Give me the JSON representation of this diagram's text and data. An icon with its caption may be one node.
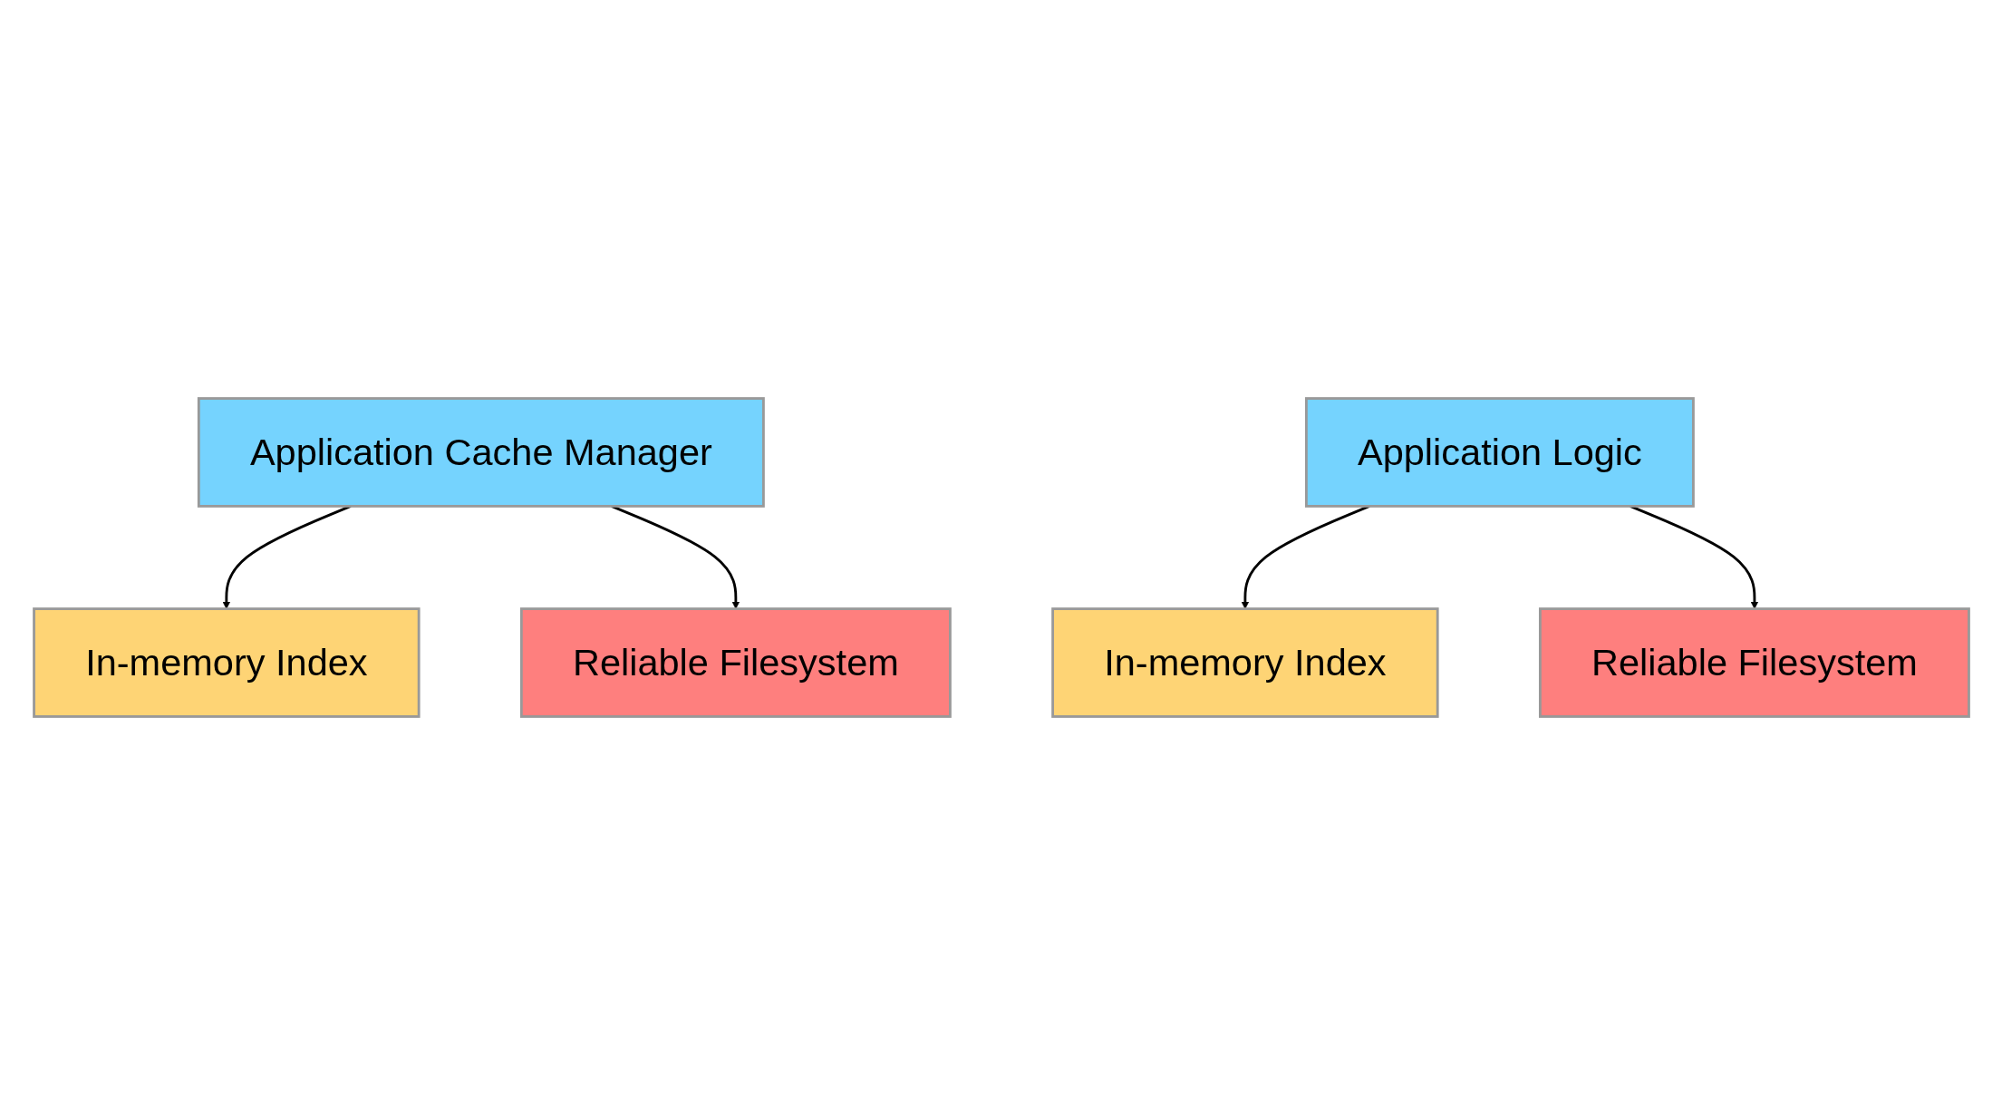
{
  "diagram": {
    "nodes": [
      {
        "text": [
          "Application Cache Manager"
        ]
      },
      {
        "text": [
          "In-memory Index"
        ]
      },
      {
        "text": [
          "Reliable Filesystem"
        ]
      },
      {
        "text": [
          "Application Logic"
        ]
      },
      {
        "text": [
          "In-memory Index"
        ]
      },
      {
        "text": [
          "Reliable Filesystem"
        ]
      }
    ],
    "edges": [
      {
        "from": 0,
        "to": 1,
        "arrow": "to"
      },
      {
        "from": 0,
        "to": 2,
        "arrow": "to"
      },
      {
        "from": 3,
        "to": 4,
        "arrow": "to"
      },
      {
        "from": 3,
        "to": 5,
        "arrow": "to"
      }
    ]
  }
}
